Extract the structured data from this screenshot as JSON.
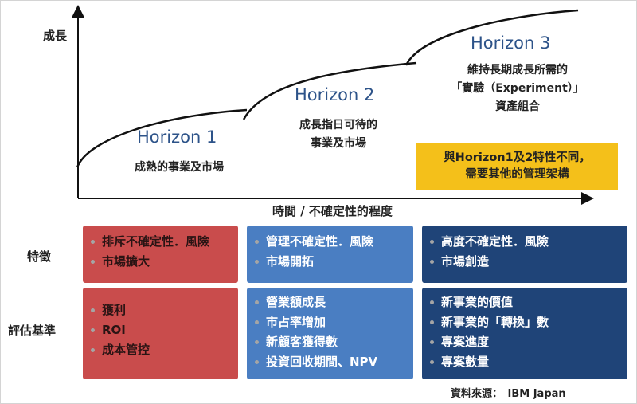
{
  "axes": {
    "y_label": "成長",
    "x_label": "時間 / 不確定性的程度"
  },
  "horizons": [
    {
      "title": "Horizon 1",
      "description": [
        "成熟的事業及市場"
      ]
    },
    {
      "title": "Horizon 2",
      "description": [
        "成長指日可待的",
        "事業及市場"
      ]
    },
    {
      "title": "Horizon 3",
      "description": [
        "維持長期成長所需的",
        "「實驗（Experiment）」",
        "資產組合"
      ]
    }
  ],
  "callout": {
    "lines": [
      "與Horizon1及2特性不同，",
      "需要其他的管理架構"
    ],
    "color": "#f4c01a"
  },
  "rows": [
    {
      "label": "特徵"
    },
    {
      "label": "評估基準"
    }
  ],
  "grid": {
    "colors": {
      "horizon1": "#c94c4c",
      "horizon2": "#4a7ec2",
      "horizon3": "#1f4478"
    },
    "characteristics": [
      [
        "排斥不確定性．風險",
        "市場擴大"
      ],
      [
        "管理不確定性．風險",
        "市場開拓"
      ],
      [
        "高度不確定性．風險",
        "市場創造"
      ]
    ],
    "criteria": [
      [
        "獲利",
        "ROI",
        "成本管控"
      ],
      [
        "營業額成長",
        "市占率增加",
        "新顧客獲得數",
        "投資回收期間、NPV"
      ],
      [
        "新事業的價值",
        "新事業的「轉換」數",
        "專案進度",
        "專案數量"
      ]
    ]
  },
  "source": "資料來源：　IBM Japan"
}
